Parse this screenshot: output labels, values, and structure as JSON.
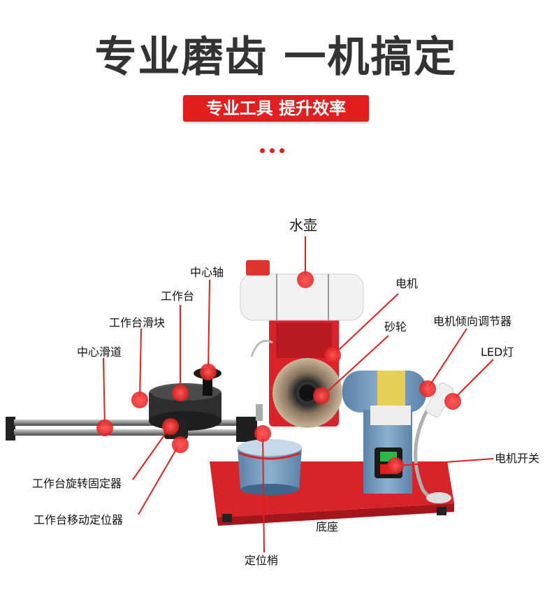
{
  "headline": "专业磨齿 一机搞定",
  "banner": "专业工具 提升效率",
  "labels": {
    "water_tank": "水壶",
    "motor": "电机",
    "center_shaft": "中心轴",
    "table": "工作台",
    "grinding_wheel": "砂轮",
    "motor_tilt_adjuster": "电机倾向调节器",
    "table_slider": "工作台滑块",
    "led_light": "LED灯",
    "center_rail": "中心滑道",
    "motor_switch": "电机开关",
    "table_rotation_lock": "工作台旋转固定器",
    "table_move_locator": "工作台移动定位器",
    "base": "底座",
    "locating_pin": "定位梢"
  },
  "colors": {
    "accent_red": "#e21e1e",
    "heading_gray": "#333333",
    "machine_red": "#d8232a",
    "machine_blue": "#6b92b4"
  }
}
